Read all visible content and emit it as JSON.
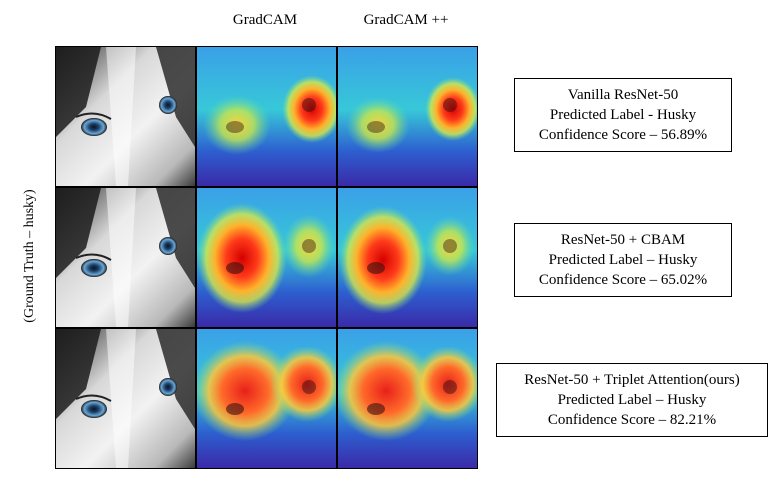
{
  "figure": {
    "columns": [
      "GradCAM",
      "GradCAM ++"
    ],
    "side_label": "(Ground Truth – husky)",
    "rows": [
      {
        "model": "Vanilla ResNet-50",
        "predicted": "Predicted Label - Husky",
        "confidence": "Confidence Score – 56.89%"
      },
      {
        "model": "ResNet-50 + CBAM",
        "predicted": "Predicted Label – Husky",
        "confidence": "Confidence Score – 65.02%"
      },
      {
        "model": "ResNet-50 + Triplet Attention(ours)",
        "predicted": "Predicted Label – Husky",
        "confidence": "Confidence Score – 82.21%"
      }
    ]
  }
}
